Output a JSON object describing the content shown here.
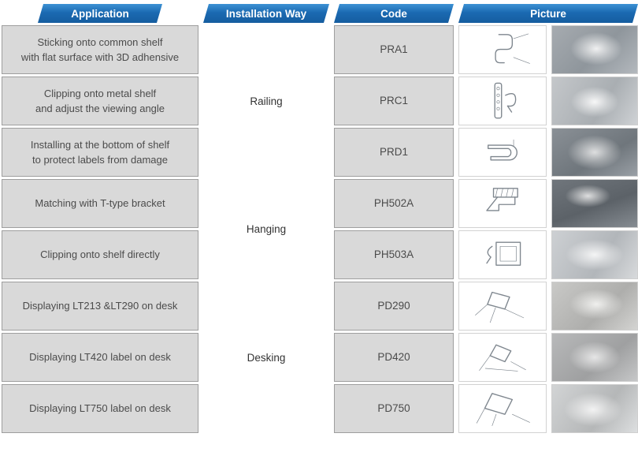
{
  "header": {
    "application": "Application",
    "installation_way": "Installation Way",
    "code": "Code",
    "picture": "Picture"
  },
  "groups": [
    {
      "way": "Railing",
      "span": 3
    },
    {
      "way": "Hanging",
      "span": 2
    },
    {
      "way": "Desking",
      "span": 3
    }
  ],
  "rows": [
    {
      "application": "Sticking onto common shelf\nwith flat surface with 3D adhensive",
      "code": "PRA1",
      "drawing_icon": "s-hook-sketch-icon",
      "photo": "clear-plastic-hook-photo"
    },
    {
      "application": "Clipping onto metal shelf\nand adjust the viewing angle",
      "code": "PRC1",
      "drawing_icon": "perforated-strip-clip-sketch-icon",
      "photo": "clip-holder-in-hand-photo"
    },
    {
      "application": "Installing at the bottom of shelf\nto protect labels from damage",
      "code": "PRD1",
      "drawing_icon": "bottom-rail-profile-sketch-icon",
      "photo": "rail-profile-in-hand-photo"
    },
    {
      "application": "Matching with T-type bracket",
      "code": "PH502A",
      "drawing_icon": "t-bracket-sketch-icon",
      "photo": "hanging-bracket-photo"
    },
    {
      "application": "Clipping onto shelf directly",
      "code": "PH503A",
      "drawing_icon": "frame-clip-sketch-icon",
      "photo": "shelf-clip-photo"
    },
    {
      "application": "Displaying LT213 &LT290 on desk",
      "code": "PD290",
      "drawing_icon": "desk-stand-sketch-icon",
      "photo": "desk-stand-photo"
    },
    {
      "application": "Displaying LT420 label on desk",
      "code": "PD420",
      "drawing_icon": "wire-desk-stand-sketch-icon",
      "photo": "wire-desk-stand-photo"
    },
    {
      "application": "Displaying LT750 label on desk",
      "code": "PD750",
      "drawing_icon": "large-desk-stand-sketch-icon",
      "photo": "large-desk-stand-photo"
    }
  ],
  "colors": {
    "header_blue": "#1b6ab2",
    "cell_gray": "#d9d9d9",
    "cell_border": "#9e9e9e",
    "cell_text": "#4b4b4b"
  }
}
